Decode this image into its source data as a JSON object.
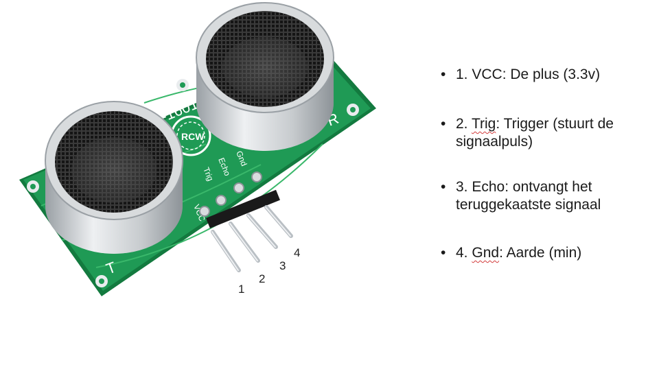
{
  "figure": {
    "silkscreen_labels": {
      "model_fragment": "-1601",
      "left_side": "T",
      "right_side": "R",
      "pin_vcc": "VCC",
      "pin_trig": "Trig",
      "pin_echo": "Echo",
      "pin_gnd": "Gnd",
      "logo": "RCW"
    },
    "pin_numbers": [
      "1",
      "2",
      "3",
      "4"
    ]
  },
  "pin_list": {
    "bullet": "•",
    "items": [
      {
        "prefix": "1. ",
        "term": "VCC",
        "rest": ": De plus (3.3v)"
      },
      {
        "prefix": "2. ",
        "term": "Trig",
        "rest": ": Trigger (stuurt de signaalpuls)"
      },
      {
        "prefix": "3. ",
        "term": "Echo",
        "rest": ": ontvangt het teruggekaatste signaal"
      },
      {
        "prefix": "4. ",
        "term": "Gnd",
        "rest": ": Aarde (min)"
      }
    ]
  },
  "colors": {
    "pcb": "#1f9a55",
    "pcb_dark": "#137a3f",
    "trace": "#3ab86b",
    "metal": "#cfd3d6",
    "mesh": "#2b2b2b"
  }
}
